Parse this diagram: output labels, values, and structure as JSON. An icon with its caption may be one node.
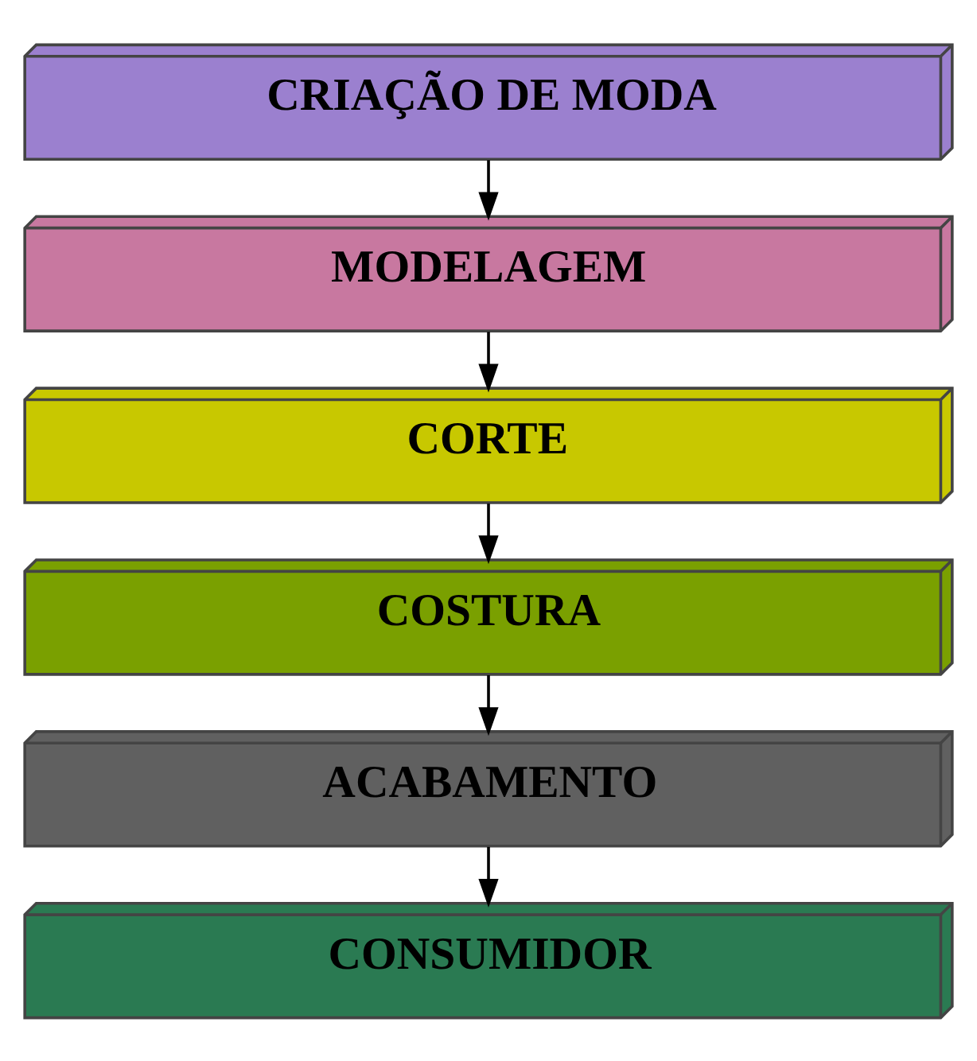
{
  "diagram": {
    "nodes": [
      {
        "text": [
          "CRIAÇÃO DE MODA"
        ]
      },
      {
        "text": [
          "MODELAGEM"
        ]
      },
      {
        "text": [
          "CORTE"
        ]
      },
      {
        "text": [
          "COSTURA"
        ]
      },
      {
        "text": [
          "ACABAMENTO"
        ]
      },
      {
        "text": [
          "CONSUMIDOR"
        ]
      }
    ],
    "edges": [
      {
        "from": 0,
        "to": 1,
        "arrow": "to"
      },
      {
        "from": 1,
        "to": 2,
        "arrow": "to"
      },
      {
        "from": 2,
        "to": 3,
        "arrow": "to"
      },
      {
        "from": 3,
        "to": 4,
        "arrow": "to"
      },
      {
        "from": 4,
        "to": 5,
        "arrow": "to"
      }
    ]
  }
}
